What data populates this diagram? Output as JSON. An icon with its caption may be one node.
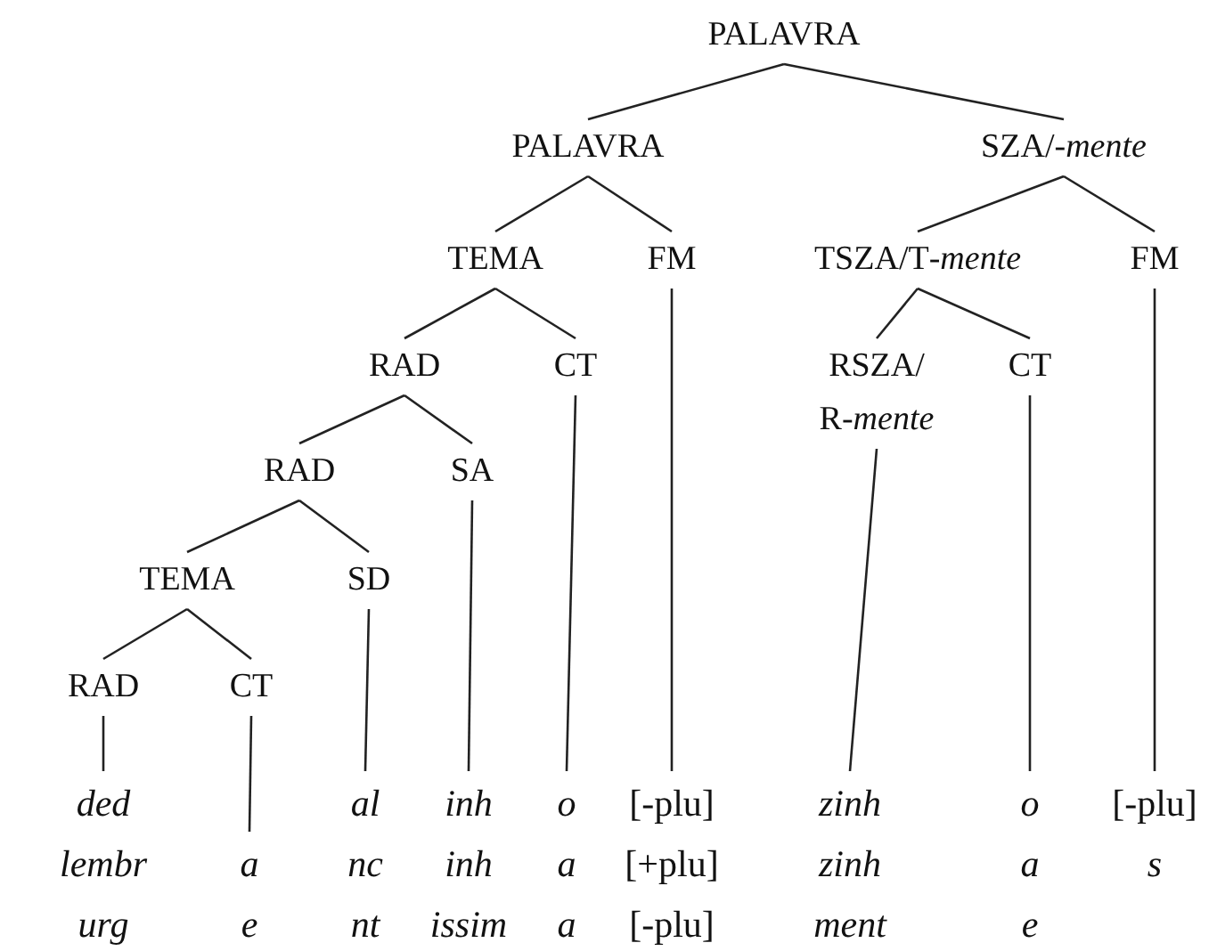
{
  "diagram": {
    "nodes": [
      {
        "text": [
          "PALAVRA"
        ]
      },
      {
        "text": [
          "PALAVRA"
        ]
      },
      {
        "text": [
          "SZA/*-mente*"
        ]
      },
      {
        "text": [
          "TEMA"
        ]
      },
      {
        "text": [
          "FM"
        ]
      },
      {
        "text": [
          "TSZA/T",
          "*-mente*"
        ]
      },
      {
        "text": [
          "FM"
        ]
      },
      {
        "text": [
          "RAD"
        ]
      },
      {
        "text": [
          "CT"
        ]
      },
      {
        "text": [
          "RSZA/",
          "R",
          "*-mente*"
        ]
      },
      {
        "text": [
          "CT"
        ]
      },
      {
        "text": [
          "RAD"
        ]
      },
      {
        "text": [
          "SA"
        ]
      },
      {
        "text": [
          "TEMA"
        ]
      },
      {
        "text": [
          "SD"
        ]
      },
      {
        "text": [
          "RAD"
        ]
      },
      {
        "text": [
          "CT"
        ]
      },
      {
        "text": [
          "*ded*",
          "*lembr*",
          "*urg*"
        ]
      },
      {
        "text": [
          "*a*",
          "*e*"
        ]
      },
      {
        "text": [
          "*al*",
          "*nc*",
          "*nt*"
        ]
      },
      {
        "text": [
          "*inh*",
          "*inh*",
          "*issim*"
        ]
      },
      {
        "text": [
          "*o*",
          "*a*",
          "*a*"
        ]
      },
      {
        "text": [
          "[-plu]",
          "[+plu]",
          "[-plu]"
        ]
      },
      {
        "text": [
          "*zinh*",
          "*zinh*",
          "*ment*"
        ]
      },
      {
        "text": [
          "*o*",
          "*a*",
          "*e*"
        ]
      },
      {
        "text": [
          "[-plu]",
          "*s*"
        ]
      }
    ],
    "edges": [
      {
        "from": 0,
        "to": 1,
        "arrow": "none"
      },
      {
        "from": 0,
        "to": 2,
        "arrow": "none"
      },
      {
        "from": 1,
        "to": 3,
        "arrow": "none"
      },
      {
        "from": 1,
        "to": 4,
        "arrow": "none"
      },
      {
        "from": 2,
        "to": 5,
        "arrow": "none"
      },
      {
        "from": 2,
        "to": 6,
        "arrow": "none"
      },
      {
        "from": 3,
        "to": 7,
        "arrow": "none"
      },
      {
        "from": 3,
        "to": 8,
        "arrow": "none"
      },
      {
        "from": 5,
        "to": 9,
        "arrow": "none"
      },
      {
        "from": 5,
        "to": 10,
        "arrow": "none"
      },
      {
        "from": 7,
        "to": 11,
        "arrow": "none"
      },
      {
        "from": 7,
        "to": 12,
        "arrow": "none"
      },
      {
        "from": 11,
        "to": 13,
        "arrow": "none"
      },
      {
        "from": 11,
        "to": 14,
        "arrow": "none"
      },
      {
        "from": 13,
        "to": 15,
        "arrow": "none"
      },
      {
        "from": 13,
        "to": 16,
        "arrow": "none"
      },
      {
        "from": 15,
        "to": 17,
        "arrow": "none"
      },
      {
        "from": 16,
        "to": 18,
        "arrow": "none"
      },
      {
        "from": 14,
        "to": 19,
        "arrow": "none"
      },
      {
        "from": 12,
        "to": 20,
        "arrow": "none"
      },
      {
        "from": 8,
        "to": 21,
        "arrow": "none"
      },
      {
        "from": 4,
        "to": 22,
        "arrow": "none"
      },
      {
        "from": 9,
        "to": 23,
        "arrow": "none"
      },
      {
        "from": 10,
        "to": 24,
        "arrow": "none"
      },
      {
        "from": 6,
        "to": 25,
        "arrow": "none"
      }
    ]
  }
}
